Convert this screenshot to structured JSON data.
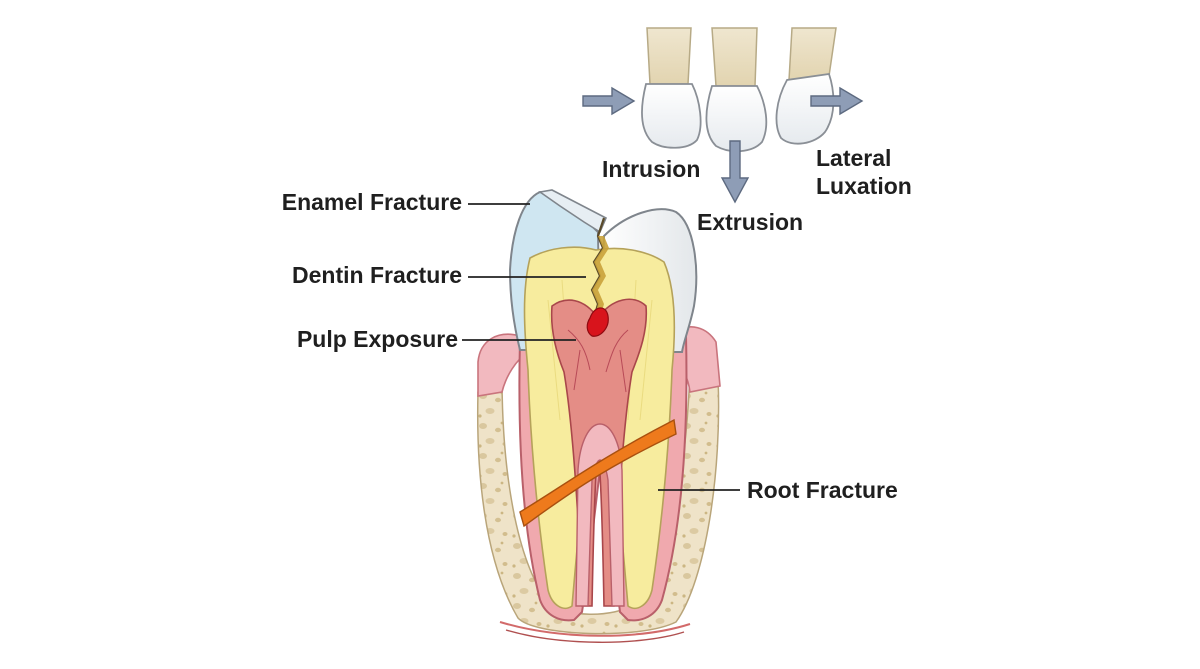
{
  "labels": {
    "enamel_fracture": "Enamel Fracture",
    "dentin_fracture": "Dentin Fracture",
    "pulp_exposure": "Pulp Exposure",
    "root_fracture": "Root Fracture",
    "intrusion": "Intrusion",
    "extrusion": "Extrusion",
    "lateral_luxation_line1": "Lateral",
    "lateral_luxation_line2": "Luxation"
  },
  "colors": {
    "enamel": "#f4f6f7",
    "enamel_fractured": "#cfe6f1",
    "dentin": "#f7ec9e",
    "pulp": "#d9827a",
    "gum": "#f2b9bf",
    "bone": "#efe3c8",
    "root_fracture_line": "#ee7a1c",
    "arrow": "#8e9db6",
    "exposure": "#d8141c"
  }
}
